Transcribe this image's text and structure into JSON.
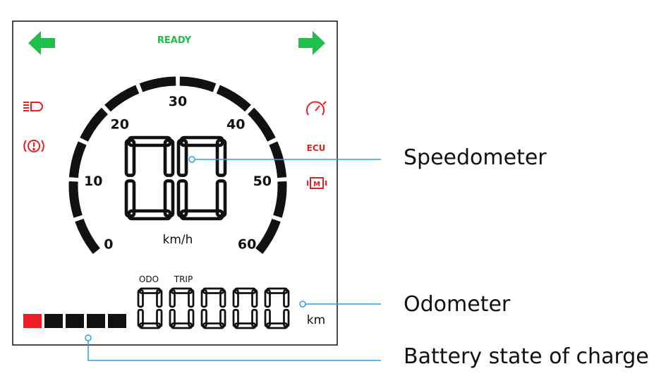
{
  "display": {
    "ready": "READY",
    "speed_unit": "km/h",
    "odo_label": "ODO",
    "trip_label": "TRIP",
    "distance_unit": "km",
    "ecu": "ECU",
    "speed_digits": "00",
    "odometer_digits": "00000",
    "speed_scale": [
      "0",
      "10",
      "20",
      "30",
      "40",
      "50",
      "60"
    ],
    "battery": {
      "segments": 5,
      "lit_segments": 1,
      "lit_color": "#ee1c25",
      "empty_color": "#111111"
    },
    "icons": {
      "left": [
        "turn-left-arrow-icon",
        "headlight-icon",
        "brake-warning-icon"
      ],
      "right": [
        "turn-right-arrow-icon",
        "speedometer-warning-icon",
        "motor-warning-icon"
      ]
    },
    "colors": {
      "indicator_green": "#1fbf4a",
      "warning_red": "#e52222",
      "callout_blue": "#2b9fe6",
      "ink": "#111111"
    }
  },
  "annotations": {
    "speedometer": "Speedometer",
    "odometer": "Odometer",
    "battery": "Battery state of charge"
  }
}
